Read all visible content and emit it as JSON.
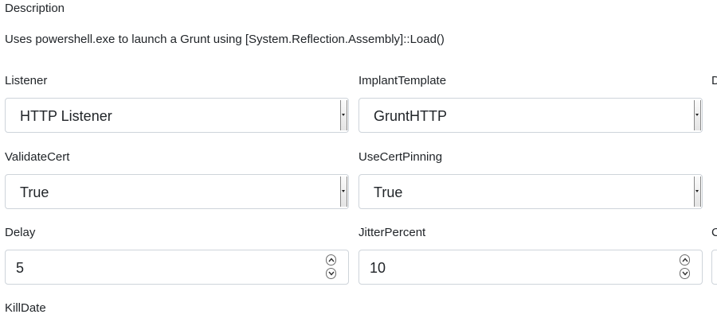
{
  "description": {
    "heading": "Description",
    "text": "Uses powershell.exe to launch a Grunt using [System.Reflection.Assembly]::Load()"
  },
  "fields": {
    "listener": {
      "label": "Listener",
      "value": "HTTP Listener"
    },
    "implant_template": {
      "label": "ImplantTemplate",
      "value": "GruntHTTP"
    },
    "validate_cert": {
      "label": "ValidateCert",
      "value": "True"
    },
    "use_cert_pinning": {
      "label": "UseCertPinning",
      "value": "True"
    },
    "delay": {
      "label": "Delay",
      "value": "5"
    },
    "jitter_percent": {
      "label": "JitterPercent",
      "value": "10"
    },
    "kill_date": {
      "label": "KillDate"
    }
  },
  "cut_off": {
    "row1_label": "D",
    "row3_label": "C"
  },
  "icons": {
    "select_arrow": "chevron-down-icon",
    "spin_up": "chevron-up-icon",
    "spin_down": "chevron-down-icon"
  }
}
